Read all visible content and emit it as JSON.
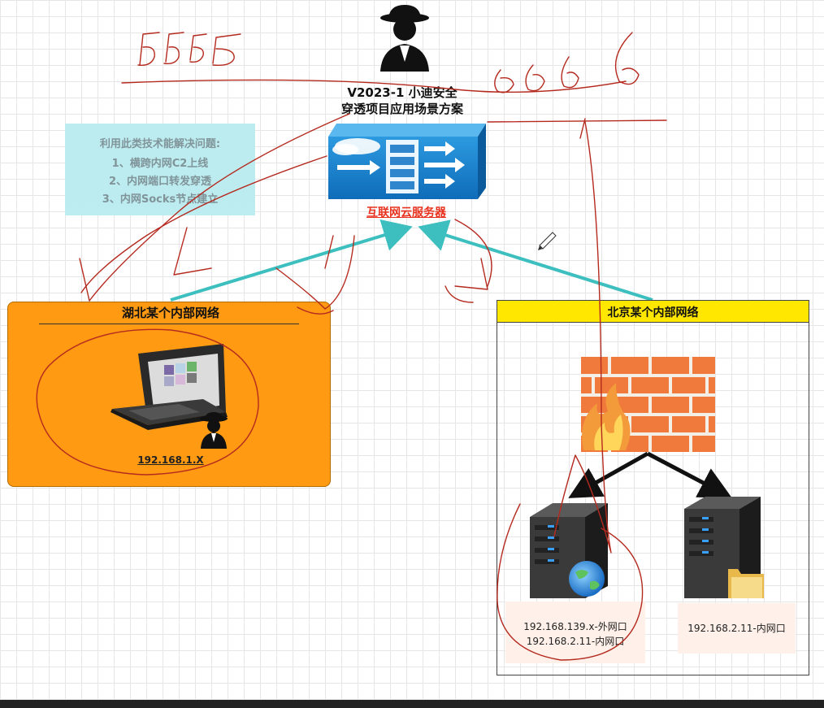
{
  "title": {
    "line1": "V2023-1 小迪安全",
    "line2": "穿透项目应用场景方案"
  },
  "info": {
    "heading": "利用此类技术能解决问题:",
    "items": [
      "1、横跨内网C2上线",
      "2、内网端口转发穿透",
      "3、内网Socks节点建立"
    ]
  },
  "server": {
    "label": "互联网云服务器",
    "icon": "cloud-server-icon"
  },
  "hubei": {
    "title": "湖北某个内部网络",
    "ip": "192.168.1.X",
    "icons": [
      "laptop-icon",
      "hacker-icon"
    ]
  },
  "beijing": {
    "title": "北京某个内部网络",
    "icons": [
      "firewall-icon",
      "server-globe-icon",
      "server-folder-icon"
    ],
    "server1": {
      "line1": "192.168.139.x-外网口",
      "line2": "192.168.2.11-内网口"
    },
    "server2": {
      "line1": "192.168.2.11-内网口"
    }
  },
  "colors": {
    "orange": "#ff9a12",
    "yellow": "#ffe700",
    "teal_arrow": "#3dbfbf",
    "red_label": "#e8321e",
    "info_bg": "#b9ecef",
    "ink": "#b52a1f"
  }
}
